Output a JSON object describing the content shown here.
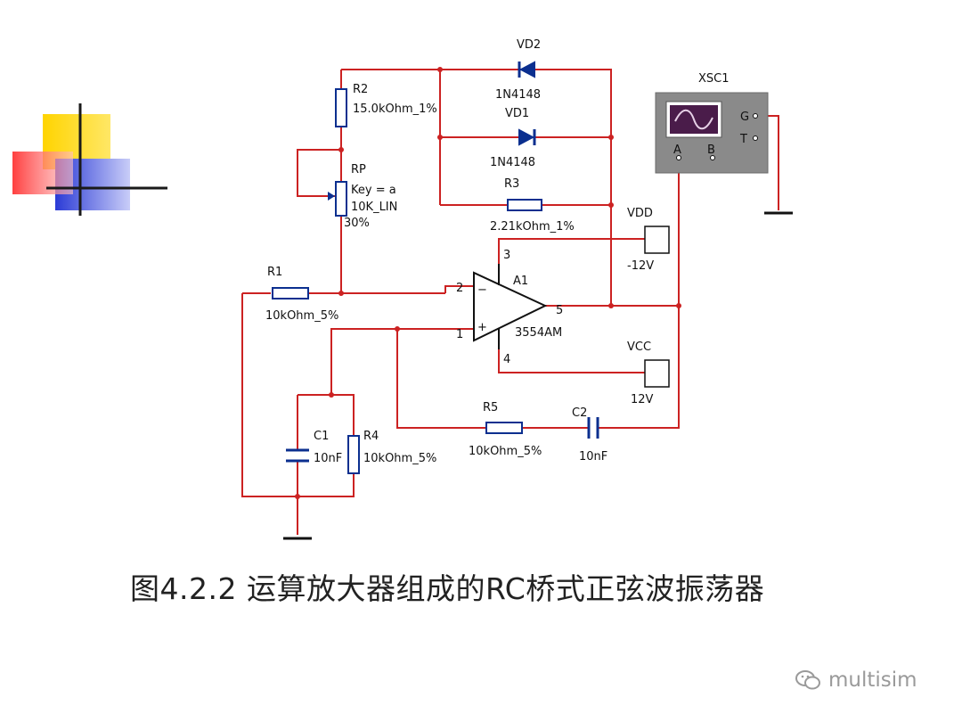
{
  "caption": "图4.2.2  运算放大器组成的RC桥式正弦波振荡器",
  "watermark": "multisim",
  "components": {
    "vd2": {
      "name": "VD2",
      "model": "1N4148"
    },
    "vd1": {
      "name": "VD1",
      "model": "1N4148"
    },
    "r2": {
      "name": "R2",
      "value": "15.0kOhm_1%"
    },
    "rp": {
      "name": "RP",
      "key": "Key = a",
      "value": "10K_LIN",
      "setting": "30%"
    },
    "r3": {
      "name": "R3",
      "value": "2.21kOhm_1%"
    },
    "r1": {
      "name": "R1",
      "value": "10kOhm_5%"
    },
    "a1": {
      "name": "A1",
      "model": "3554AM",
      "pin_inv": "2",
      "pin_noninv": "1",
      "pin_out": "5",
      "pin_vplus": "3",
      "pin_vminus": "4",
      "sign_minus": "−",
      "sign_plus": "+"
    },
    "vdd": {
      "name": "VDD",
      "value": "-12V"
    },
    "vcc": {
      "name": "VCC",
      "value": "12V"
    },
    "r5": {
      "name": "R5",
      "value": "10kOhm_5%"
    },
    "c2": {
      "name": "C2",
      "value": "10nF"
    },
    "c1": {
      "name": "C1",
      "value": "10nF"
    },
    "r4": {
      "name": "R4",
      "value": "10kOhm_5%"
    },
    "xsc1": {
      "name": "XSC1",
      "pin_a": "A",
      "pin_b": "B",
      "pin_g": "G",
      "pin_t": "T"
    }
  },
  "colors": {
    "wire": "#cc2222",
    "component": "#0b2f8f",
    "scope_body": "#8a8a8a",
    "scope_screen": "#4a1c4a"
  }
}
